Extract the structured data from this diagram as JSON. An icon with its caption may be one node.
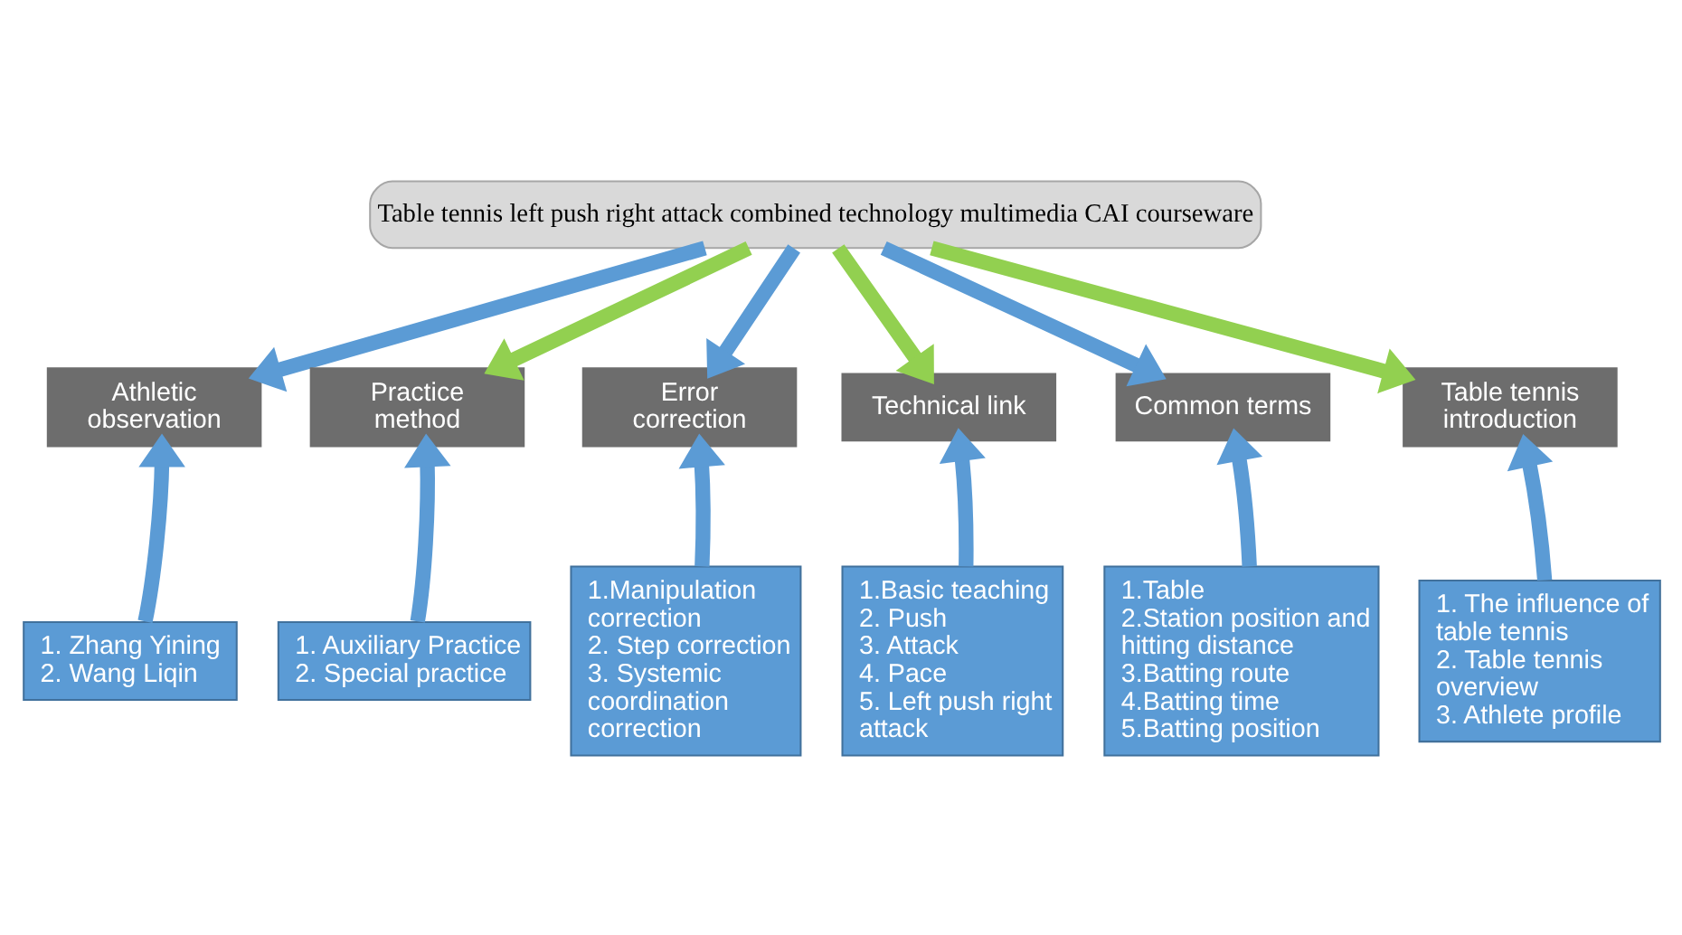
{
  "diagram": {
    "nodes": [
      {
        "text": [
          "Table tennis left push right attack combined technology multimedia CAI courseware"
        ]
      },
      {
        "text": [
          "Athletic observation"
        ]
      },
      {
        "text": [
          "Practice method"
        ]
      },
      {
        "text": [
          "Error correction"
        ]
      },
      {
        "text": [
          "Technical link"
        ]
      },
      {
        "text": [
          "Common terms"
        ]
      },
      {
        "text": [
          "Table tennis introduction"
        ]
      },
      {
        "text": [
          "1. Zhang Yining",
          "2. Wang Liqin"
        ]
      },
      {
        "text": [
          "1. Auxiliary Practice",
          "2. Special practice"
        ]
      },
      {
        "text": [
          "1.Manipulation correction",
          "2. Step correction",
          "3. Systemic coordination correction"
        ]
      },
      {
        "text": [
          "1.Basic teaching",
          "2. Push",
          "3. Attack",
          "4. Pace",
          "5. Left push right attack"
        ]
      },
      {
        "text": [
          "1.Table",
          "2.Station position and hitting distance",
          "3.Batting route",
          "4.Batting time",
          "5.Batting position"
        ]
      },
      {
        "text": [
          "1. The influence of table tennis",
          "2. Table tennis overview",
          "3. Athlete profile"
        ]
      }
    ],
    "edges": [
      {
        "from": 0,
        "to": 1,
        "arrow": "to"
      },
      {
        "from": 0,
        "to": 2,
        "arrow": "to",
        "color": "#92d050"
      },
      {
        "from": 0,
        "to": 3,
        "arrow": "to"
      },
      {
        "from": 0,
        "to": 4,
        "arrow": "to",
        "color": "#92d050"
      },
      {
        "from": 0,
        "to": 5,
        "arrow": "to"
      },
      {
        "from": 0,
        "to": 6,
        "arrow": "to",
        "color": "#92d050"
      },
      {
        "from": 7,
        "to": 1,
        "arrow": "to"
      },
      {
        "from": 8,
        "to": 2,
        "arrow": "to"
      },
      {
        "from": 9,
        "to": 3,
        "arrow": "to"
      },
      {
        "from": 10,
        "to": 4,
        "arrow": "to"
      },
      {
        "from": 11,
        "to": 5,
        "arrow": "to"
      },
      {
        "from": 12,
        "to": 6,
        "arrow": "to"
      }
    ]
  }
}
